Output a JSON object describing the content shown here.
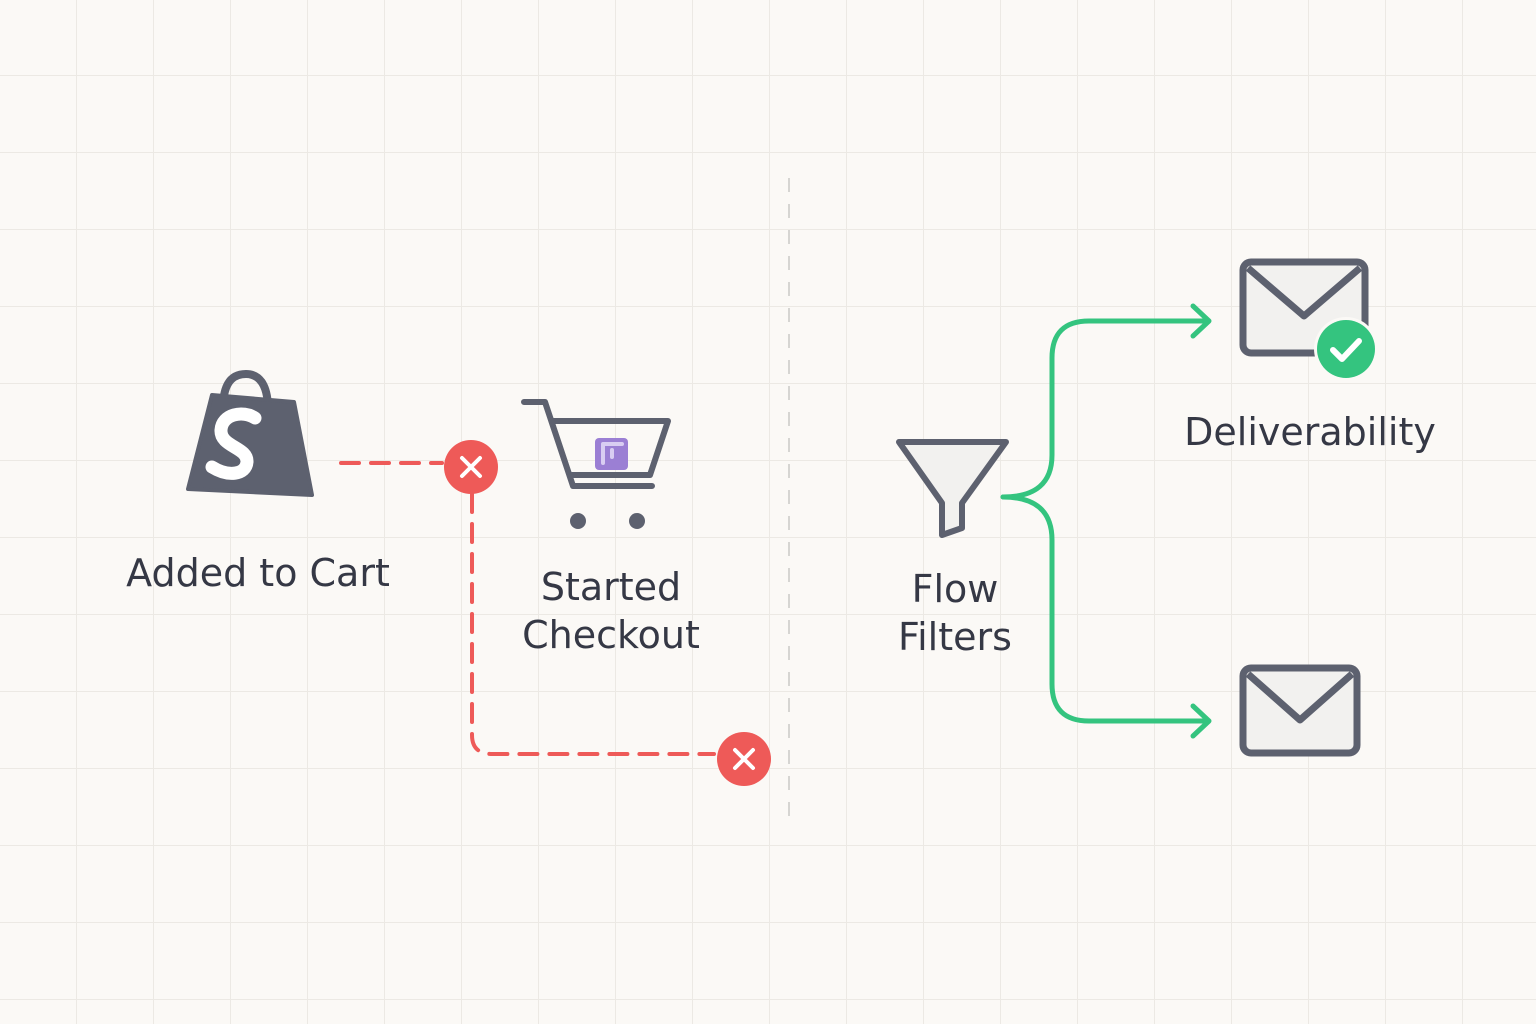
{
  "nodes": {
    "added_to_cart": {
      "label": "Added to Cart",
      "icon": "shopify-bag-icon"
    },
    "started_checkout": {
      "label_line1": "Started",
      "label_line2": "Checkout",
      "icon": "shopping-cart-icon"
    },
    "flow_filters": {
      "label_line1": "Flow",
      "label_line2": "Filters",
      "icon": "funnel-icon"
    },
    "deliverability": {
      "label": "Deliverability",
      "icon": "envelope-check-icon"
    },
    "email_plain": {
      "icon": "envelope-icon"
    }
  },
  "connectors": {
    "blocked_color": "#ee5a58",
    "success_color": "#34c47f",
    "icon_color": "#5d616f"
  }
}
